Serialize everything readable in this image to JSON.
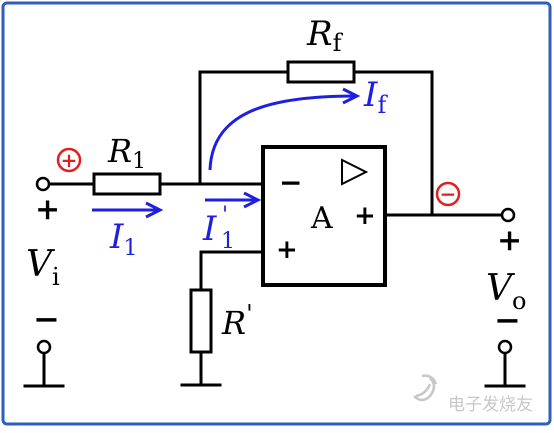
{
  "colors": {
    "frame": "#2f5fb8",
    "wire": "#000000",
    "current": "#1f1fe0",
    "polarity": "#e02020",
    "watermark": "#9a9a9a"
  },
  "labels": {
    "rf": {
      "main": "R",
      "sub": "f"
    },
    "r1": {
      "main": "R",
      "sub": "1"
    },
    "rprime": {
      "main": "R",
      "sup": "'"
    },
    "if": {
      "main": "I",
      "sub": "f"
    },
    "i1": {
      "main": "I",
      "sub": "1"
    },
    "i1prime": {
      "main": "I",
      "sub": "1",
      "sup": "'"
    },
    "vi": {
      "main": "V",
      "sub": "i"
    },
    "vo": {
      "main": "V",
      "sub": "o"
    },
    "amp": "A",
    "amp_minus": "−",
    "amp_plus_in": "+",
    "amp_plus_out": "+",
    "in_plus": "+",
    "in_minus": "−",
    "out_plus": "+",
    "out_minus": "−",
    "polarity_plus": "+",
    "polarity_minus": "−"
  },
  "watermark": {
    "text": "电子发烧友",
    "icon": "fan-logo-icon"
  }
}
